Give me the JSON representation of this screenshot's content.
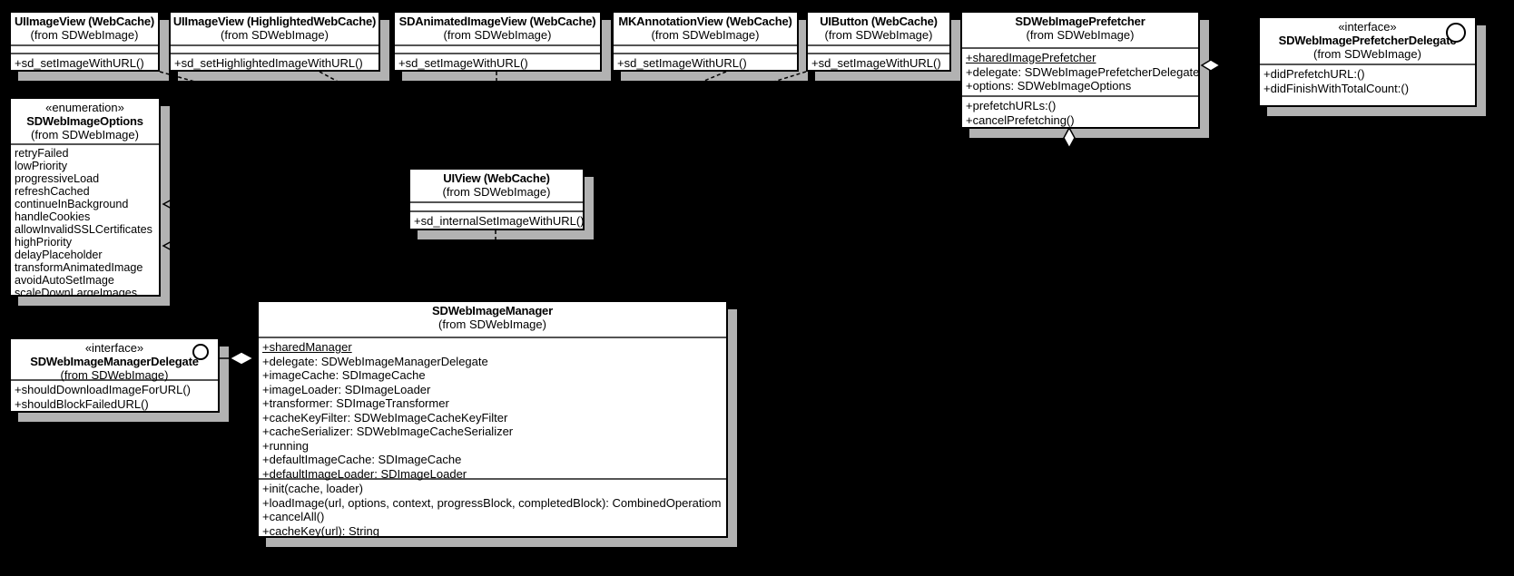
{
  "colors": {
    "background": "#000000",
    "box_fill": "#ffffff",
    "box_border": "#000000",
    "shadow": "#b2b2b2",
    "text": "#000000"
  },
  "classes": [
    {
      "id": "uiimageview-webcache",
      "title": "UIImageView (WebCache)",
      "from": "(from SDWebImage)",
      "methods": [
        "+sd_setImageWithURL()"
      ]
    },
    {
      "id": "uiimageview-highlightedwebcache",
      "title": "UIImageView (HighlightedWebCache)",
      "from": "(from SDWebImage)",
      "methods": [
        "+sd_setHighlightedImageWithURL()"
      ]
    },
    {
      "id": "sdanimatedimageview-webcache",
      "title": "SDAnimatedImageView (WebCache)",
      "from": "(from SDWebImage)",
      "methods": [
        "+sd_setImageWithURL()"
      ]
    },
    {
      "id": "mkannotationview-webcache",
      "title": "MKAnnotationView (WebCache)",
      "from": "(from SDWebImage)",
      "methods": [
        "+sd_setImageWithURL()"
      ]
    },
    {
      "id": "uibutton-webcache",
      "title": "UIButton (WebCache)",
      "from": "(from SDWebImage)",
      "methods": [
        "+sd_setImageWithURL()"
      ]
    },
    {
      "id": "sdwebimageprefetcher",
      "title": "SDWebImagePrefetcher",
      "from": "(from SDWebImage)",
      "attributes": [
        {
          "text": "+sharedImagePrefetcher",
          "underline": true
        },
        {
          "text": "+delegate: SDWebImagePrefetcherDelegate"
        },
        {
          "text": "+options: SDWebImageOptions"
        }
      ],
      "methods": [
        "+prefetchURLs:()",
        "+cancelPrefetching()"
      ]
    },
    {
      "id": "sdwebimageprefetcherdelegate",
      "stereotype": "«interface»",
      "circle": true,
      "title": "SDWebImagePrefetcherDelegate",
      "from": "(from SDWebImage)",
      "methods": [
        "+didPrefetchURL:()",
        "+didFinishWithTotalCount:()"
      ]
    },
    {
      "id": "sdwebimageoptions",
      "stereotype": "«enumeration»",
      "title": "SDWebImageOptions",
      "from": "(from SDWebImage)",
      "literals": [
        "retryFailed",
        "lowPriority",
        "progressiveLoad",
        "refreshCached",
        "continueInBackground",
        "handleCookies",
        "allowInvalidSSLCertificates",
        "highPriority",
        "delayPlaceholder",
        "transformAnimatedImage",
        "avoidAutoSetImage",
        "scaleDownLargeImages"
      ]
    },
    {
      "id": "uiview-webcache",
      "title": "UIView (WebCache)",
      "from": "(from SDWebImage)",
      "methods": [
        "+sd_internalSetImageWithURL()"
      ]
    },
    {
      "id": "sdwebimagemanagerdelegate",
      "stereotype": "«interface»",
      "circle": true,
      "title": "SDWebImageManagerDelegate",
      "from": "(from SDWebImage)",
      "methods": [
        "+shouldDownloadImageForURL()",
        "+shouldBlockFailedURL()"
      ]
    },
    {
      "id": "sdwebimagemanager",
      "title": "SDWebImageManager",
      "from": "(from SDWebImage)",
      "attributes": [
        {
          "text": "+sharedManager",
          "underline": true
        },
        {
          "text": "+delegate: SDWebImageManagerDelegate"
        },
        {
          "text": "+imageCache: SDImageCache"
        },
        {
          "text": "+imageLoader: SDImageLoader"
        },
        {
          "text": "+transformer: SDImageTransformer"
        },
        {
          "text": "+cacheKeyFilter: SDWebImageCacheKeyFilter"
        },
        {
          "text": "+cacheSerializer: SDWebImageCacheSerializer"
        },
        {
          "text": "+running"
        },
        {
          "text": "+defaultImageCache: SDImageCache"
        },
        {
          "text": "+defaultImageLoader: SDImageLoader"
        }
      ],
      "methods": [
        "+init(cache, loader)",
        "+loadImage(url, options, context, progressBlock, completedBlock): CombinedOperatiom",
        "+cancelAll()",
        "+cacheKey(url): String"
      ]
    }
  ],
  "relationships": [
    {
      "from": "uiimageview-webcache",
      "to": "uiview-webcache",
      "type": "dependency"
    },
    {
      "from": "uiimageview-highlightedwebcache",
      "to": "uiview-webcache",
      "type": "dependency"
    },
    {
      "from": "sdanimatedimageview-webcache",
      "to": "uiview-webcache",
      "type": "dependency"
    },
    {
      "from": "mkannotationview-webcache",
      "to": "uiview-webcache",
      "type": "dependency"
    },
    {
      "from": "uibutton-webcache",
      "to": "uiview-webcache",
      "type": "dependency"
    },
    {
      "from": "uiview-webcache",
      "to": "sdwebimagemanager",
      "type": "dependency"
    },
    {
      "from": "uiview-webcache",
      "to": "sdwebimageoptions",
      "type": "dependency"
    },
    {
      "from": "sdwebimageprefetcher",
      "to": "sdwebimageoptions",
      "type": "dependency"
    },
    {
      "from": "sdwebimagemanager",
      "to": "sdwebimagemanagerdelegate",
      "type": "aggregation"
    },
    {
      "from": "sdwebimageprefetcher",
      "to": "sdwebimageprefetcherdelegate",
      "type": "aggregation"
    },
    {
      "from": "sdwebimageprefetcher",
      "to": "sdwebimagemanager",
      "type": "aggregation"
    }
  ]
}
